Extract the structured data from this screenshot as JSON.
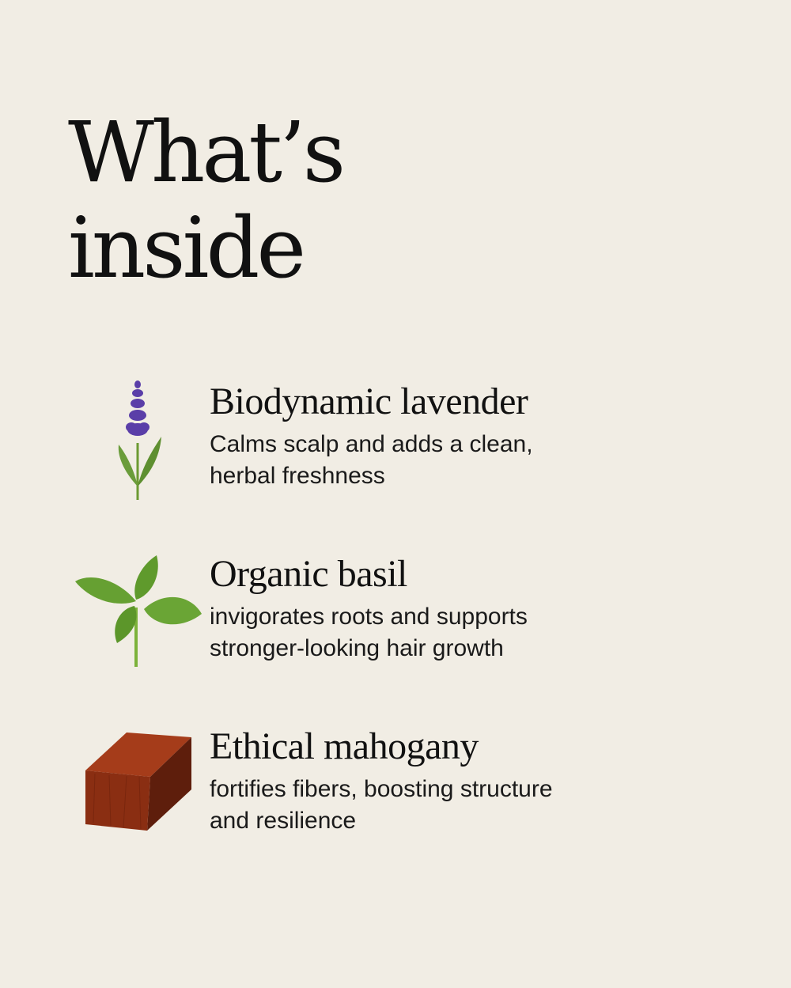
{
  "title": {
    "line1": "What’s",
    "line2": "inside"
  },
  "ingredients": [
    {
      "icon": "lavender-icon",
      "name": "Biodynamic lavender",
      "desc1": "Calms scalp and adds a clean,",
      "desc2": "herbal freshness"
    },
    {
      "icon": "basil-icon",
      "name": "Organic basil",
      "desc1": "invigorates roots and supports",
      "desc2": "stronger-looking hair growth"
    },
    {
      "icon": "mahogany-wood-icon",
      "name": "Ethical mahogany",
      "desc1": "fortifies fibers, boosting structure",
      "desc2": "and resilience"
    }
  ],
  "colors": {
    "background": "#f1ede4",
    "lavender": "#5b3fa6",
    "leaf": "#5e9a2c",
    "wood": "#8a2e12"
  }
}
